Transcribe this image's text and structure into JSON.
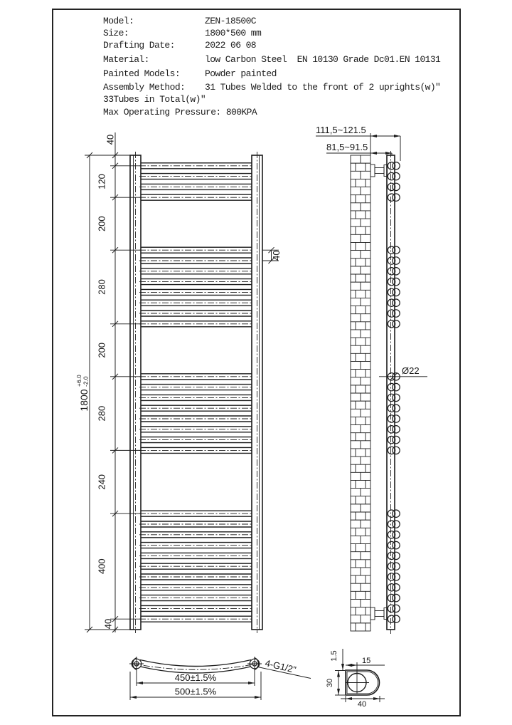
{
  "specs": {
    "rows": [
      {
        "label": "Model:",
        "value": "ZEN-18500C"
      },
      {
        "label": "Size:",
        "value": "1800*500 mm"
      },
      {
        "label": "Drafting Date:",
        "value": "2022 06 08"
      },
      {
        "label": "Material:",
        "value": "low Carbon Steel  EN 10130 Grade Dc01.EN 10131"
      },
      {
        "label": "Painted Models:",
        "value": "Powder painted"
      },
      {
        "label": "Assembly Method:",
        "value": "31 Tubes Welded to the front of 2 uprights(w)\""
      }
    ],
    "continuation": "33Tubes in Total(w)\"",
    "pressure": "Max Operating Pressure: 800KPA"
  },
  "front_view": {
    "segments_mm": [
      40,
      120,
      200,
      280,
      200,
      280,
      240,
      400,
      40
    ],
    "segment_labels": [
      "40",
      "120",
      "200",
      "280",
      "200",
      "280",
      "240",
      "400",
      "40"
    ],
    "overall": "1800",
    "tol_plus": "+6.0",
    "tol_minus": "-2.0",
    "pitch_label": "40",
    "tube_groups": [
      4,
      8,
      8,
      11
    ],
    "total_height_mm": 1800
  },
  "side_view": {
    "offset_outer": "111,5~121.5",
    "offset_inner": "81,5~91.5",
    "tube_diameter": "Ø22"
  },
  "bottom_view": {
    "thread": "4-G1/2\"",
    "centers_dim": "450±1.5%",
    "overall_dim": "500±1.5%"
  },
  "section": {
    "thickness": "1.5",
    "center_offset": "15",
    "height": "30",
    "width": "40"
  },
  "colors": {
    "line": "#1c1c1c",
    "background": "#ffffff"
  }
}
